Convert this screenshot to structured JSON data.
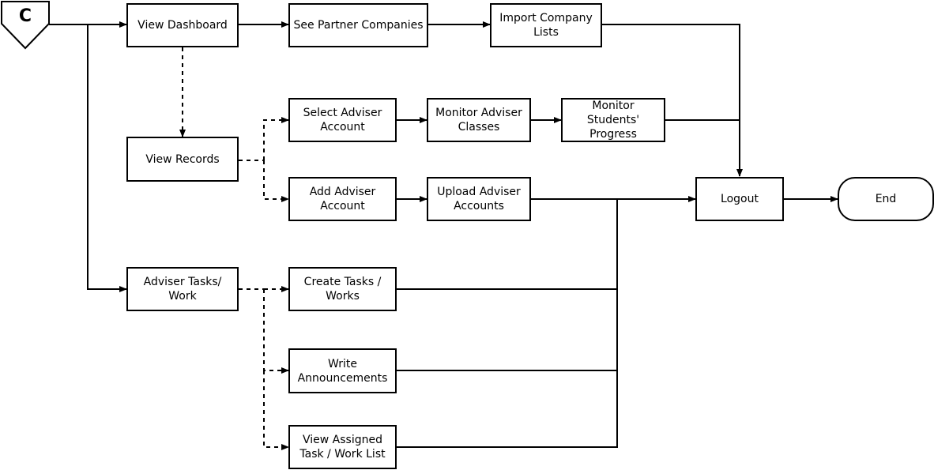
{
  "connector": {
    "label": "C"
  },
  "nodes": {
    "view_dashboard": "View Dashboard",
    "see_partner_companies": "See Partner Companies",
    "import_company_lists": "Import Company\nLists",
    "view_records": "View Records",
    "select_adviser_account": "Select Adviser\nAccount",
    "monitor_adviser_classes": "Monitor Adviser\nClasses",
    "monitor_students_progress": "Monitor Students'\nProgress",
    "add_adviser_account": "Add Adviser\nAccount",
    "upload_adviser_accounts": "Upload Adviser\nAccounts",
    "logout": "Logout",
    "end": "End",
    "adviser_tasks_work": "Adviser Tasks/\nWork",
    "create_tasks_works": "Create Tasks /\nWorks",
    "write_announcements": "Write\nAnnouncements",
    "view_assigned_task_work_list": "View Assigned\nTask / Work List"
  },
  "edges": [
    {
      "from": "C",
      "to": "View Dashboard",
      "style": "solid"
    },
    {
      "from": "C",
      "to": "Adviser Tasks/ Work",
      "style": "solid"
    },
    {
      "from": "View Dashboard",
      "to": "See Partner Companies",
      "style": "solid"
    },
    {
      "from": "See Partner Companies",
      "to": "Import Company Lists",
      "style": "solid"
    },
    {
      "from": "Import Company Lists",
      "to": "Logout",
      "style": "solid"
    },
    {
      "from": "View Dashboard",
      "to": "View Records",
      "style": "dashed"
    },
    {
      "from": "View Records",
      "to": "Select Adviser Account",
      "style": "dashed"
    },
    {
      "from": "View Records",
      "to": "Add Adviser Account",
      "style": "dashed"
    },
    {
      "from": "Select Adviser Account",
      "to": "Monitor Adviser Classes",
      "style": "solid"
    },
    {
      "from": "Monitor Adviser Classes",
      "to": "Monitor Students' Progress",
      "style": "solid"
    },
    {
      "from": "Monitor Students' Progress",
      "to": "Logout",
      "style": "solid"
    },
    {
      "from": "Add Adviser Account",
      "to": "Upload Adviser Accounts",
      "style": "solid"
    },
    {
      "from": "Upload Adviser Accounts",
      "to": "Logout",
      "style": "solid"
    },
    {
      "from": "Adviser Tasks/ Work",
      "to": "Create Tasks / Works",
      "style": "dashed"
    },
    {
      "from": "Adviser Tasks/ Work",
      "to": "Write Announcements",
      "style": "dashed"
    },
    {
      "from": "Adviser Tasks/ Work",
      "to": "View Assigned Task / Work List",
      "style": "dashed"
    },
    {
      "from": "Create Tasks / Works",
      "to": "Logout",
      "style": "solid"
    },
    {
      "from": "Write Announcements",
      "to": "Logout",
      "style": "solid"
    },
    {
      "from": "View Assigned Task / Work List",
      "to": "Logout",
      "style": "solid"
    },
    {
      "from": "Logout",
      "to": "End",
      "style": "solid"
    }
  ]
}
